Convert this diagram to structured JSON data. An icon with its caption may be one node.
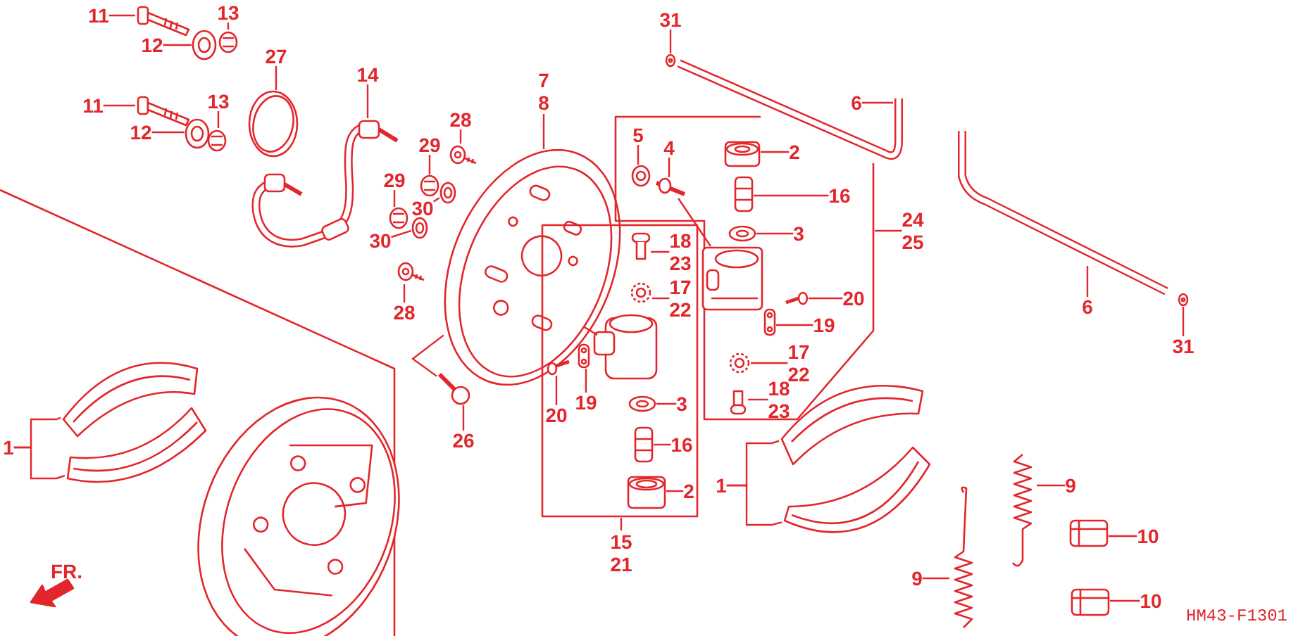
{
  "diagram": {
    "nodes": [
      {
        "text": [
          "11"
        ]
      },
      {
        "text": [
          "13"
        ]
      },
      {
        "text": [
          "31"
        ]
      },
      {
        "text": [
          "12"
        ]
      },
      {
        "text": [
          "27"
        ]
      },
      {
        "text": [
          "14"
        ]
      },
      {
        "text": [
          "7",
          "8"
        ]
      },
      {
        "text": [
          "6"
        ],
        "in": 78
      },
      {
        "text": [
          "11"
        ]
      },
      {
        "text": [
          "13"
        ]
      },
      {
        "text": [
          "28"
        ]
      },
      {
        "text": [
          "12"
        ]
      },
      {
        "text": [
          "5"
        ],
        "in": 91
      },
      {
        "text": [
          "29"
        ]
      },
      {
        "text": [
          "4"
        ],
        "in": 91
      },
      {
        "text": [
          "2"
        ]
      },
      {
        "text": [
          "29"
        ]
      },
      {
        "text": [
          "16"
        ],
        "in": 91
      },
      {
        "text": [
          "30"
        ]
      },
      {
        "text": [
          "24",
          "25"
        ]
      },
      {
        "text": [
          "3"
        ],
        "in": 91
      },
      {
        "text": [
          "30"
        ]
      },
      {
        "text": [
          "18",
          "23"
        ]
      },
      {
        "text": [
          "17",
          "22"
        ]
      },
      {
        "text": [
          "20"
        ],
        "in": 91
      },
      {
        "text": [
          "6"
        ]
      },
      {
        "text": [
          "28"
        ]
      },
      {
        "text": [
          "19"
        ],
        "in": 91
      },
      {
        "text": [
          "31"
        ]
      },
      {
        "text": [
          "17",
          "22"
        ],
        "in": 91
      },
      {
        "text": [
          "18",
          "23"
        ],
        "in": 91
      },
      {
        "text": [
          "3"
        ]
      },
      {
        "text": [
          "19"
        ],
        "in": 90
      },
      {
        "text": [
          "20"
        ],
        "in": 90
      },
      {
        "text": [
          "26"
        ]
      },
      {
        "text": [
          "1"
        ]
      },
      {
        "text": [
          "16"
        ],
        "in": 90
      },
      {
        "text": [
          "9"
        ]
      },
      {
        "text": [
          "1"
        ]
      },
      {
        "text": [
          "2"
        ],
        "in": 90
      },
      {
        "text": [
          "10"
        ]
      },
      {
        "text": [
          "15",
          "21"
        ]
      },
      {
        "text": [
          "9"
        ]
      },
      {
        "text": [
          "10"
        ]
      },
      {
        "text": [],
        "shape": "picture"
      },
      {
        "text": [],
        "shape": "picture"
      },
      {
        "text": [],
        "shape": "picture"
      },
      {
        "text": [],
        "shape": "picture"
      },
      {
        "text": [],
        "shape": "picture"
      },
      {
        "text": [],
        "shape": "picture"
      },
      {
        "text": [],
        "shape": "circle"
      },
      {
        "text": [],
        "shape": "picture"
      },
      {
        "text": [],
        "shape": "picture"
      },
      {
        "text": [],
        "shape": "picture"
      },
      {
        "text": [],
        "shape": "picture"
      },
      {
        "text": [],
        "shape": "picture"
      },
      {
        "text": [],
        "shape": "picture"
      },
      {
        "text": [],
        "shape": "picture"
      },
      {
        "text": [],
        "shape": "picture"
      },
      {
        "text": [],
        "shape": "circle",
        "in": 91
      },
      {
        "text": [],
        "shape": "picture",
        "in": 91
      },
      {
        "text": [],
        "shape": "box",
        "in": 91
      },
      {
        "text": [],
        "shape": "picture",
        "in": 91
      },
      {
        "text": [],
        "shape": "picture",
        "in": 91
      },
      {
        "text": [],
        "shape": "box",
        "in": 91
      },
      {
        "text": [],
        "shape": "picture"
      },
      {
        "text": [],
        "shape": "picture"
      },
      {
        "text": [],
        "shape": "box",
        "in": 91
      },
      {
        "text": [],
        "shape": "picture",
        "in": 91
      },
      {
        "text": [],
        "shape": "picture",
        "in": 91
      },
      {
        "text": [],
        "shape": "picture",
        "in": 91
      },
      {
        "text": [],
        "shape": "picture",
        "in": 90
      },
      {
        "text": [],
        "shape": "box",
        "in": 90
      },
      {
        "text": [],
        "shape": "picture",
        "in": 90
      },
      {
        "text": [],
        "shape": "picture"
      },
      {
        "text": [],
        "shape": "picture",
        "in": 90
      },
      {
        "text": [],
        "shape": "box",
        "in": 90
      },
      {
        "text": [],
        "shape": "picture"
      },
      {
        "text": [],
        "shape": "picture"
      },
      {
        "text": [],
        "shape": "picture"
      },
      {
        "text": [],
        "shape": "circle"
      },
      {
        "text": [],
        "shape": "circle"
      },
      {
        "text": [],
        "shape": "picture"
      },
      {
        "text": [],
        "shape": "picture"
      },
      {
        "text": [],
        "shape": "picture"
      },
      {
        "text": [],
        "shape": "picture"
      },
      {
        "text": [],
        "shape": "picture"
      },
      {
        "text": [],
        "shape": "picture"
      },
      {
        "text": [],
        "shape": "box"
      },
      {
        "text": [],
        "shape": "box"
      },
      {
        "text": [],
        "shape": "box"
      },
      {
        "text": [],
        "shape": "box"
      }
    ],
    "edges": [
      {
        "from": 0,
        "to": 44,
        "arrow": "none"
      },
      {
        "from": 1,
        "to": 46,
        "arrow": "none"
      },
      {
        "from": 2,
        "to": 80,
        "arrow": "none"
      },
      {
        "from": 3,
        "to": 45,
        "arrow": "none"
      },
      {
        "from": 4,
        "to": 50,
        "arrow": "none"
      },
      {
        "from": 5,
        "to": 51,
        "arrow": "none"
      },
      {
        "from": 6,
        "to": 52,
        "arrow": "none"
      },
      {
        "from": 7,
        "to": 78,
        "arrow": "none"
      },
      {
        "from": 8,
        "to": 47,
        "arrow": "none"
      },
      {
        "from": 9,
        "to": 49,
        "arrow": "none"
      },
      {
        "from": 10,
        "to": 53,
        "arrow": "none"
      },
      {
        "from": 11,
        "to": 48,
        "arrow": "none"
      },
      {
        "from": 12,
        "to": 59,
        "arrow": "none"
      },
      {
        "from": 13,
        "to": 54,
        "arrow": "none"
      },
      {
        "from": 14,
        "to": 60,
        "arrow": "none"
      },
      {
        "from": 15,
        "to": 61,
        "arrow": "none"
      },
      {
        "from": 16,
        "to": 56,
        "arrow": "none"
      },
      {
        "from": 17,
        "to": 62,
        "arrow": "none"
      },
      {
        "from": 18,
        "to": 55,
        "arrow": "none"
      },
      {
        "from": 19,
        "to": 91,
        "arrow": "none"
      },
      {
        "from": 20,
        "to": 63,
        "arrow": "none"
      },
      {
        "from": 21,
        "to": 57,
        "arrow": "none"
      },
      {
        "from": 22,
        "to": 65,
        "arrow": "none"
      },
      {
        "from": 23,
        "to": 66,
        "arrow": "none"
      },
      {
        "from": 24,
        "to": 68,
        "arrow": "none"
      },
      {
        "from": 25,
        "to": 79,
        "arrow": "none"
      },
      {
        "from": 26,
        "to": 58,
        "arrow": "none"
      },
      {
        "from": 27,
        "to": 67,
        "arrow": "none"
      },
      {
        "from": 28,
        "to": 81,
        "arrow": "none"
      },
      {
        "from": 29,
        "to": 69,
        "arrow": "none"
      },
      {
        "from": 30,
        "to": 70,
        "arrow": "none"
      },
      {
        "from": 31,
        "to": 74,
        "arrow": "none"
      },
      {
        "from": 32,
        "to": 72,
        "arrow": "none"
      },
      {
        "from": 33,
        "to": 73,
        "arrow": "none"
      },
      {
        "from": 34,
        "to": 77,
        "arrow": "none"
      },
      {
        "from": 35,
        "to": 82,
        "arrow": "none"
      },
      {
        "from": 36,
        "to": 75,
        "arrow": "none"
      },
      {
        "from": 37,
        "to": 86,
        "arrow": "none"
      },
      {
        "from": 38,
        "to": 84,
        "arrow": "none"
      },
      {
        "from": 39,
        "to": 76,
        "arrow": "none"
      },
      {
        "from": 40,
        "to": 88,
        "arrow": "none"
      },
      {
        "from": 41,
        "to": 90,
        "arrow": "none"
      },
      {
        "from": 42,
        "to": 87,
        "arrow": "none"
      },
      {
        "from": 43,
        "to": 89,
        "arrow": "none"
      },
      {
        "from": 35,
        "to": 83,
        "arrow": "none"
      },
      {
        "from": 38,
        "to": 85,
        "arrow": "none"
      },
      {
        "from": 77,
        "to": 52,
        "arrow": "none"
      },
      {
        "from": 60,
        "to": 64,
        "arrow": "none"
      }
    ],
    "labels": [
      "FR.",
      "HM43-F1301"
    ]
  }
}
